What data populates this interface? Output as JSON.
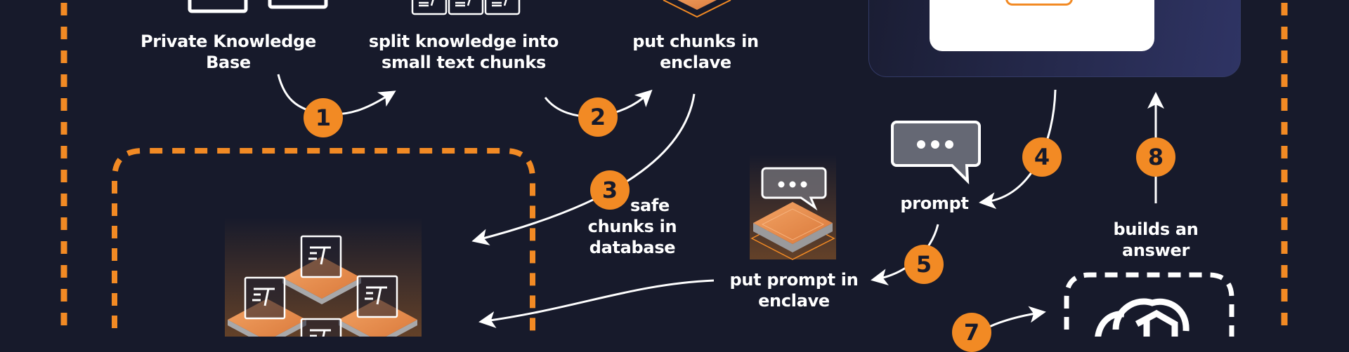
{
  "theme": {
    "background": "#171a2b",
    "accent": "#f28a24",
    "text": "#ffffff",
    "panel": "#262a4e"
  },
  "steps": [
    {
      "number": "1",
      "label": ""
    },
    {
      "number": "2",
      "label": ""
    },
    {
      "number": "3",
      "label": ""
    },
    {
      "number": "4",
      "label": ""
    },
    {
      "number": "5",
      "label": ""
    },
    {
      "number": "7",
      "label": ""
    },
    {
      "number": "8",
      "label": ""
    }
  ],
  "nodes": {
    "knowledge_base": {
      "line1": "Private Knowledge",
      "line2": "Base",
      "icon": "documents-icon"
    },
    "split": {
      "line1": "split knowledge into",
      "line2": "small text chunks",
      "icon": "text-chunk-icon"
    },
    "enclave_chunks": {
      "line1": "put chunks in",
      "line2": "enclave",
      "icon": "enclave-chip-icon"
    },
    "database": {
      "line1": "safe",
      "line2": "chunks in",
      "line3": "database",
      "icon": "database-chunks-icon"
    },
    "prompt": {
      "line1": "prompt",
      "icon": "chat-bubble-icon"
    },
    "enclave_prompt": {
      "line1": "put prompt in",
      "line2": "enclave",
      "icon": "enclave-chat-icon"
    },
    "answer": {
      "line1": "builds an",
      "line2": "answer"
    },
    "llm": {
      "icon": "openai-logo-icon"
    },
    "app": {
      "icon": "app-window-icon"
    }
  }
}
